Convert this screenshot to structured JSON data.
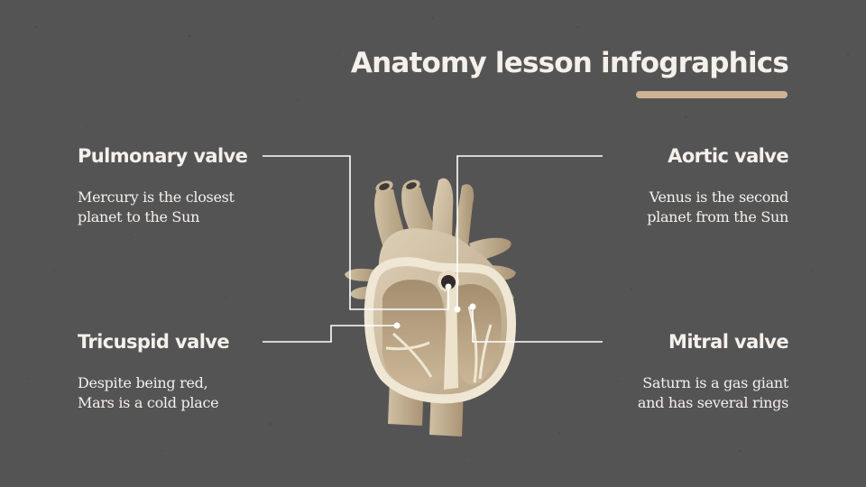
{
  "title": "Anatomy lesson infographics",
  "colors": {
    "background": "#555455",
    "accent": "#cdb394",
    "text": "#f4f0ea"
  },
  "callouts": {
    "pulmonary": {
      "label": "Pulmonary valve",
      "line1": "Mercury is the closest",
      "line2": "planet to the Sun"
    },
    "aortic": {
      "label": "Aortic valve",
      "line1": "Venus is the second",
      "line2": "planet from the Sun"
    },
    "tricuspid": {
      "label": "Tricuspid valve",
      "line1": "Despite being red,",
      "line2": "Mars is a cold place"
    },
    "mitral": {
      "label": "Mitral valve",
      "line1": "Saturn is a gas giant",
      "line2": "and has several rings"
    }
  },
  "illustration": {
    "icon": "heart-cross-section-icon"
  }
}
